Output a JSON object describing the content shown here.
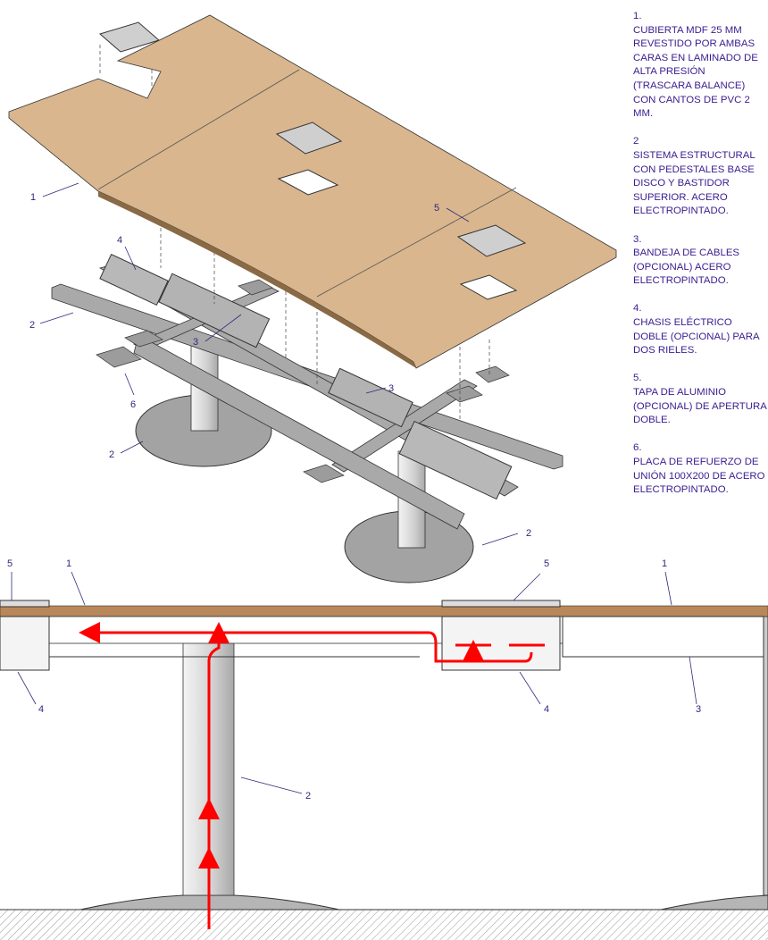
{
  "notes": [
    {
      "number": "1.",
      "lines": [
        "CUBIERTA MDF 25 MM",
        "REVESTIDO POR AMBAS",
        "CARAS EN LAMINADO DE",
        "ALTA PRESIÓN",
        "(TRASCARA BALANCE)",
        "CON CANTOS DE PVC 2",
        "MM."
      ]
    },
    {
      "number": "2",
      "lines": [
        "SISTEMA ESTRUCTURAL",
        "CON PEDESTALES BASE",
        "DISCO Y BASTIDOR",
        "SUPERIOR. ACERO",
        "ELECTROPINTADO."
      ]
    },
    {
      "number": "3.",
      "lines": [
        "BANDEJA DE CABLES",
        "(OPCIONAL) ACERO",
        "ELECTROPINTADO."
      ]
    },
    {
      "number": "4.",
      "lines": [
        "CHASIS ELÉCTRICO",
        "DOBLE (OPCIONAL) PARA",
        "DOS RIELES."
      ]
    },
    {
      "number": "5.",
      "lines": [
        "TAPA DE ALUMINIO",
        "(OPCIONAL) DE APERTURA",
        "DOBLE."
      ]
    },
    {
      "number": "6.",
      "lines": [
        "PLACA DE REFUERZO DE",
        "UNIÓN 100X200 DE ACERO",
        "ELECTROPINTADO."
      ]
    }
  ],
  "exploded_labels": {
    "top": "1",
    "frame_left": "2",
    "chassis": "4",
    "tray_left": "3",
    "plate": "6",
    "pedestal_left": "2",
    "tray_right": "3",
    "cover": "5",
    "pedestal_right": "2"
  },
  "section_labels": {
    "cover_left": "5",
    "top_left": "1",
    "cover_right": "5",
    "top_right": "1",
    "chassis_left": "4",
    "chassis_right": "4",
    "tray": "3",
    "column": "2"
  },
  "colors": {
    "text": "#3b1d8f",
    "tabletop": "#d9b68e",
    "cable_path": "#ff0000",
    "steel": "#a9a9a9"
  }
}
